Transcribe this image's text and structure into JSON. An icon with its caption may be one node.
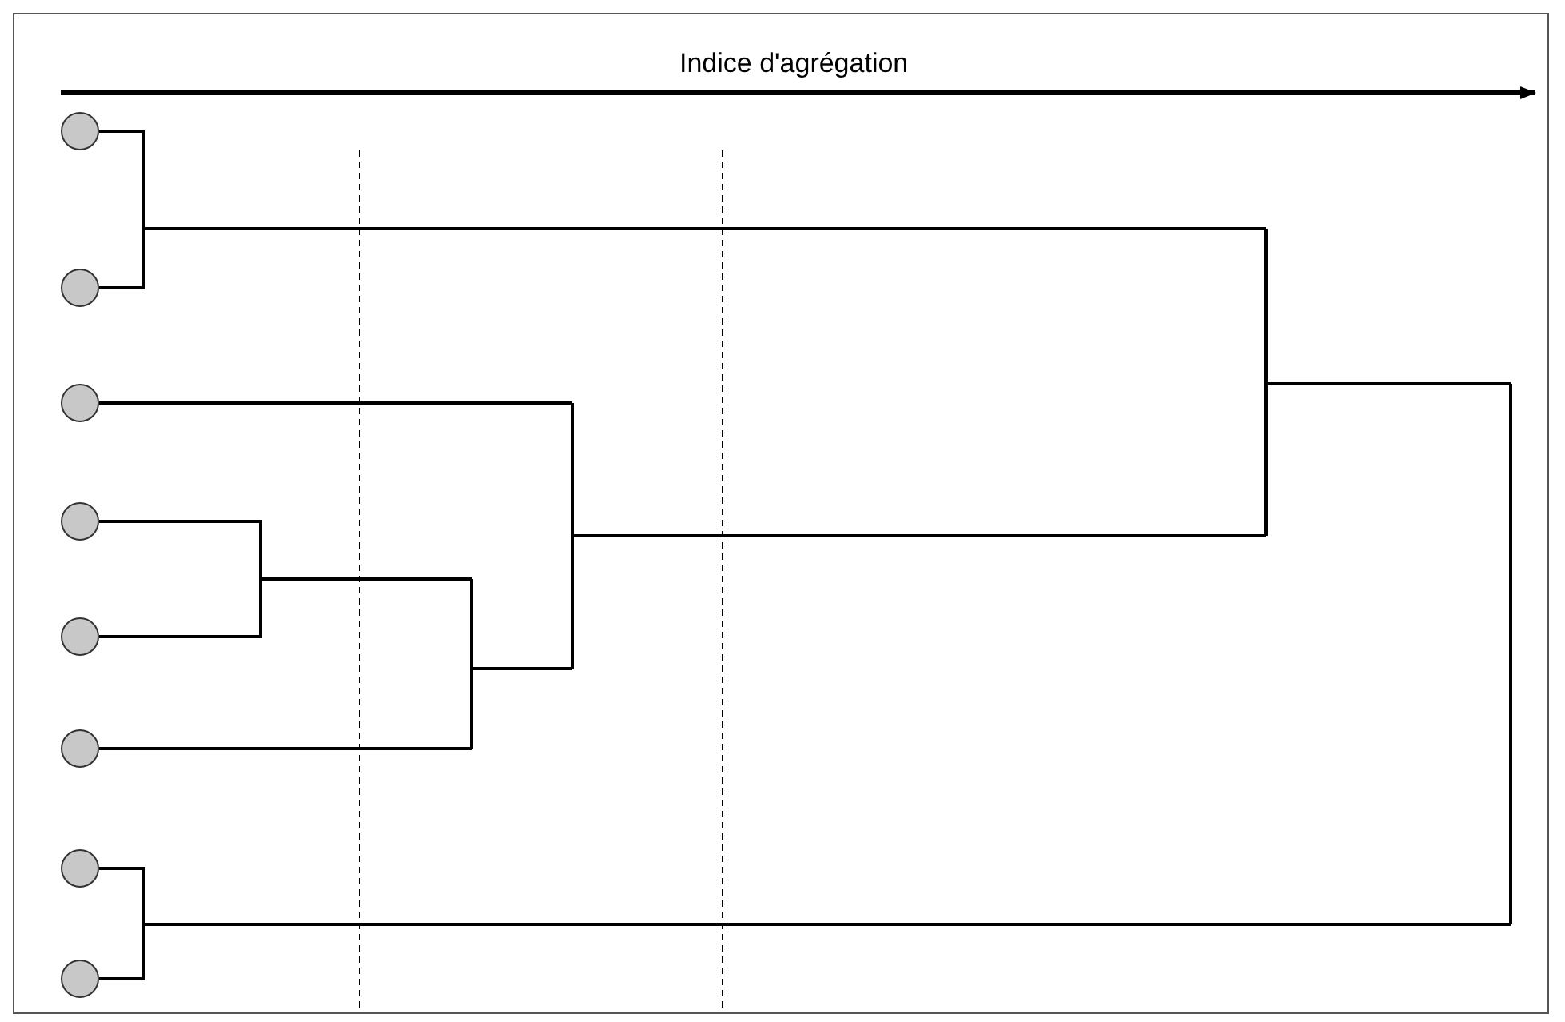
{
  "diagram": {
    "nodes": [
      {
        "text": [],
        "shape": "circle"
      },
      {
        "text": [],
        "shape": "circle"
      },
      {
        "text": [],
        "shape": "circle"
      },
      {
        "text": [],
        "shape": "circle"
      },
      {
        "text": [],
        "shape": "circle"
      },
      {
        "text": [],
        "shape": "circle"
      },
      {
        "text": [],
        "shape": "circle"
      },
      {
        "text": [],
        "shape": "circle"
      }
    ],
    "edges": [
      {
        "from": 0,
        "to": 1,
        "arrow": "none"
      },
      {
        "from": 3,
        "to": 4,
        "arrow": "none"
      },
      {
        "from": 6,
        "to": 7,
        "arrow": "none"
      }
    ],
    "labels": [
      "Indice d'agrégation"
    ]
  }
}
